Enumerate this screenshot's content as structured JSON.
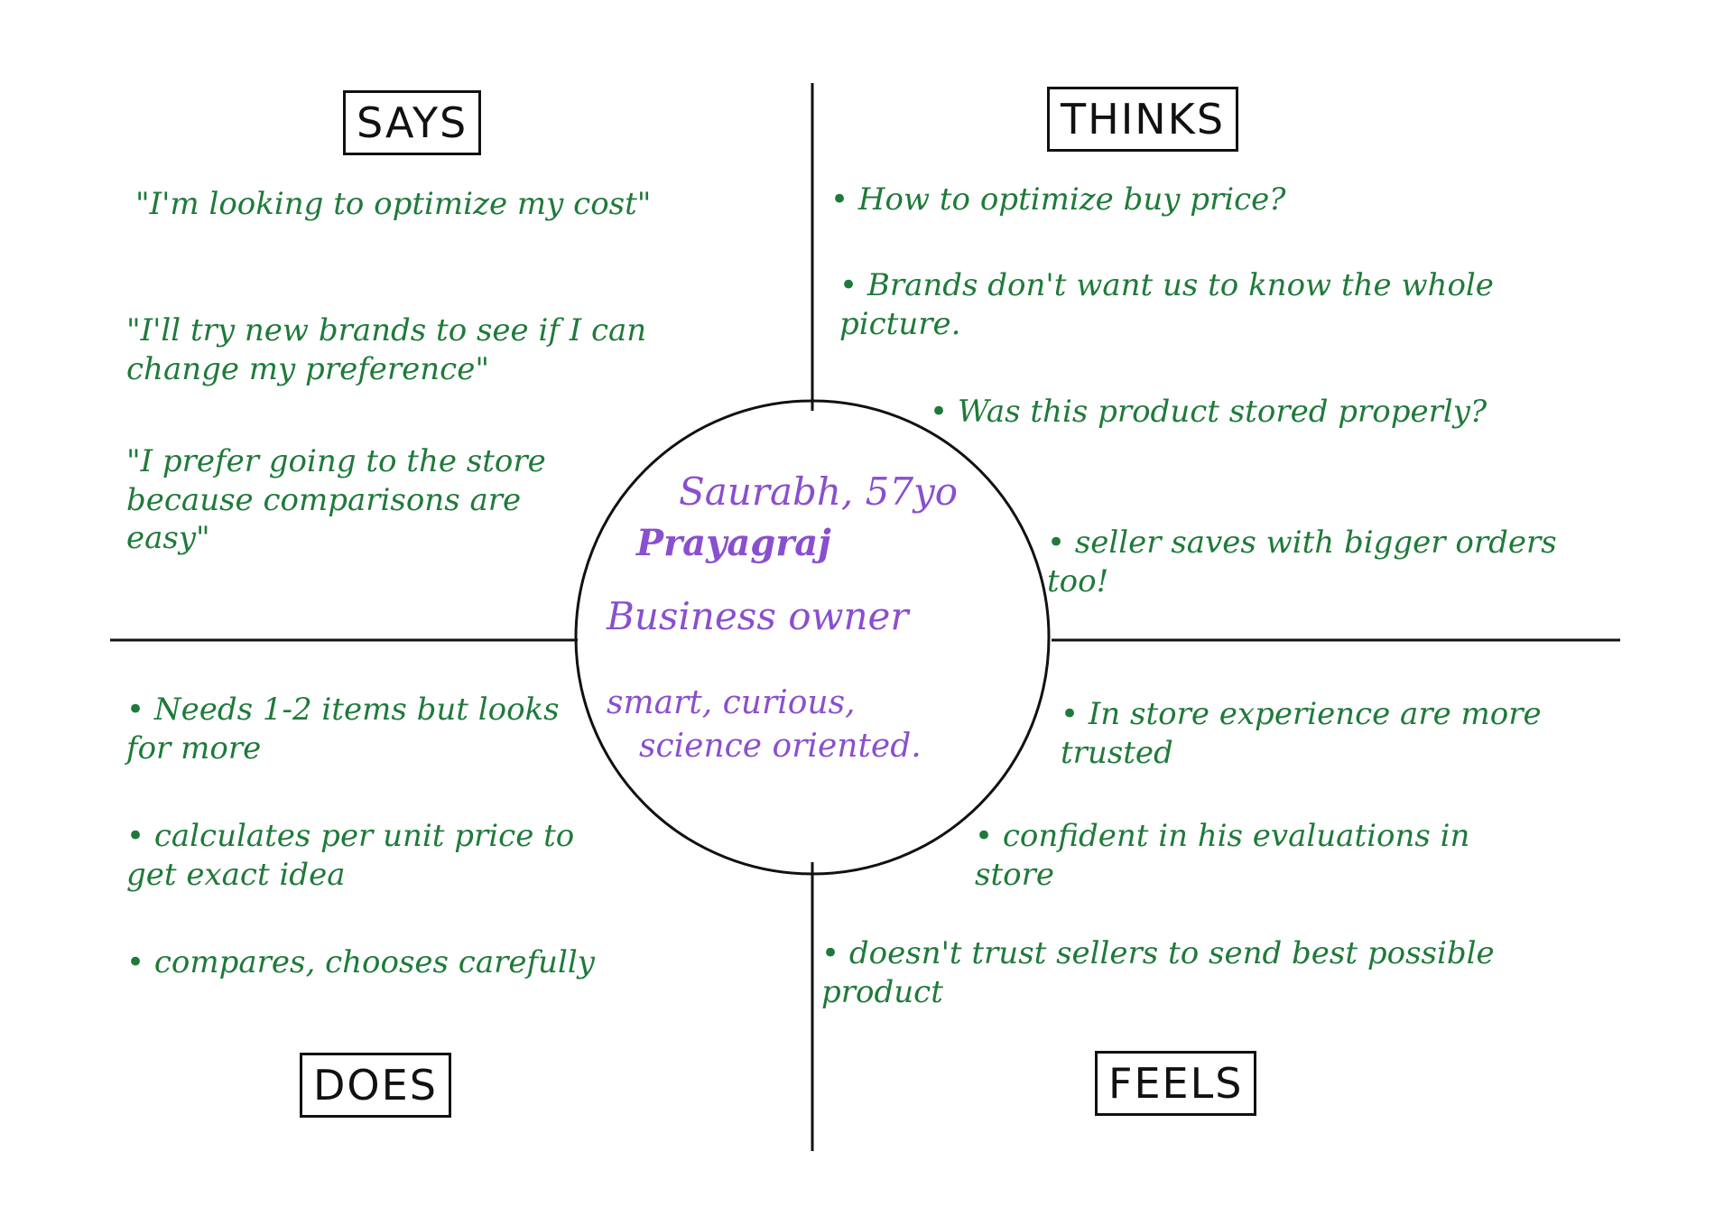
{
  "quadrant_labels": {
    "says": "SAYS",
    "thinks": "THINKS",
    "does": "DOES",
    "feels": "FEELS"
  },
  "persona": {
    "name_age": "Saurabh, 57yo",
    "location": "Prayagraj",
    "role": "Business owner",
    "traits_line1": "smart, curious,",
    "traits_line2": "science oriented."
  },
  "says": [
    "\"I'm looking to optimize my cost\"",
    "\"I'll try new brands to see if I can change my preference\"",
    "\"I prefer going to the store because comparisons are easy\""
  ],
  "thinks": [
    "• How to optimize buy price?",
    "• Brands don't want us to know the whole picture.",
    "• Was this product stored properly?",
    "• seller saves with bigger orders too!"
  ],
  "does": [
    "• Needs 1-2 items but looks for more",
    "• calculates per unit price to get exact idea",
    "• compares, chooses carefully"
  ],
  "feels": [
    "• In store experience are more trusted",
    "• confident in his evaluations in store",
    "• doesn't trust sellers to send best possible product"
  ],
  "colors": {
    "ink_green": "#1f7a3a",
    "ink_purple": "#8a4fcf",
    "ink_black": "#111111"
  }
}
